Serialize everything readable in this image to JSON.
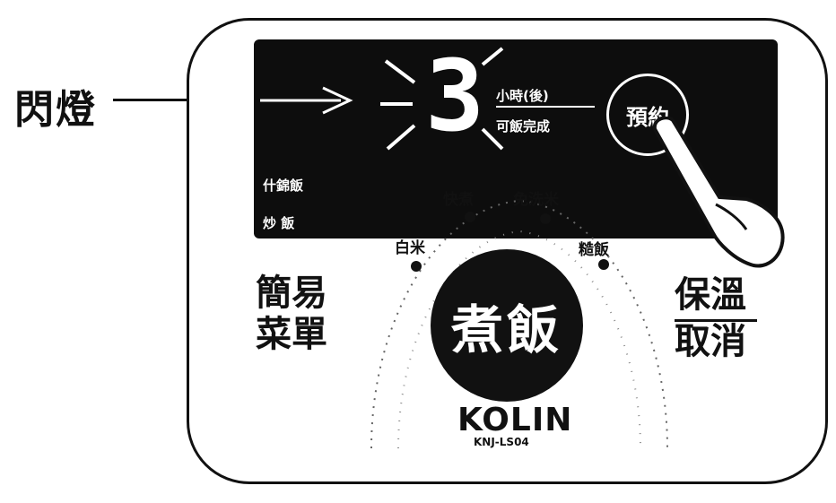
{
  "annotation": {
    "blink_label": "閃燈"
  },
  "display": {
    "digit": "3",
    "unit_label": "小時(後)",
    "done_label": "可飯完成",
    "mode_1": "什錦飯",
    "mode_2": "炒 飯"
  },
  "reserve_button": {
    "label": "預約"
  },
  "menu": {
    "items": [
      "白米",
      "快煮",
      "免洗米",
      "糙飯"
    ]
  },
  "cook_button": {
    "label": "煮飯"
  },
  "simple_menu": {
    "line1": "簡易",
    "line2": "菜單"
  },
  "keep_warm": {
    "line1": "保溫",
    "line2": "取消"
  },
  "brand": {
    "name": "KOLIN",
    "model": "KNJ-LS04"
  },
  "colors": {
    "ink": "#111111",
    "lcd": "#0d0d0d",
    "paper": "#ffffff"
  },
  "icons": {
    "arrow": "arrow-right-icon",
    "hand": "pointing-hand-icon",
    "blink": "blink-ray-icon"
  }
}
